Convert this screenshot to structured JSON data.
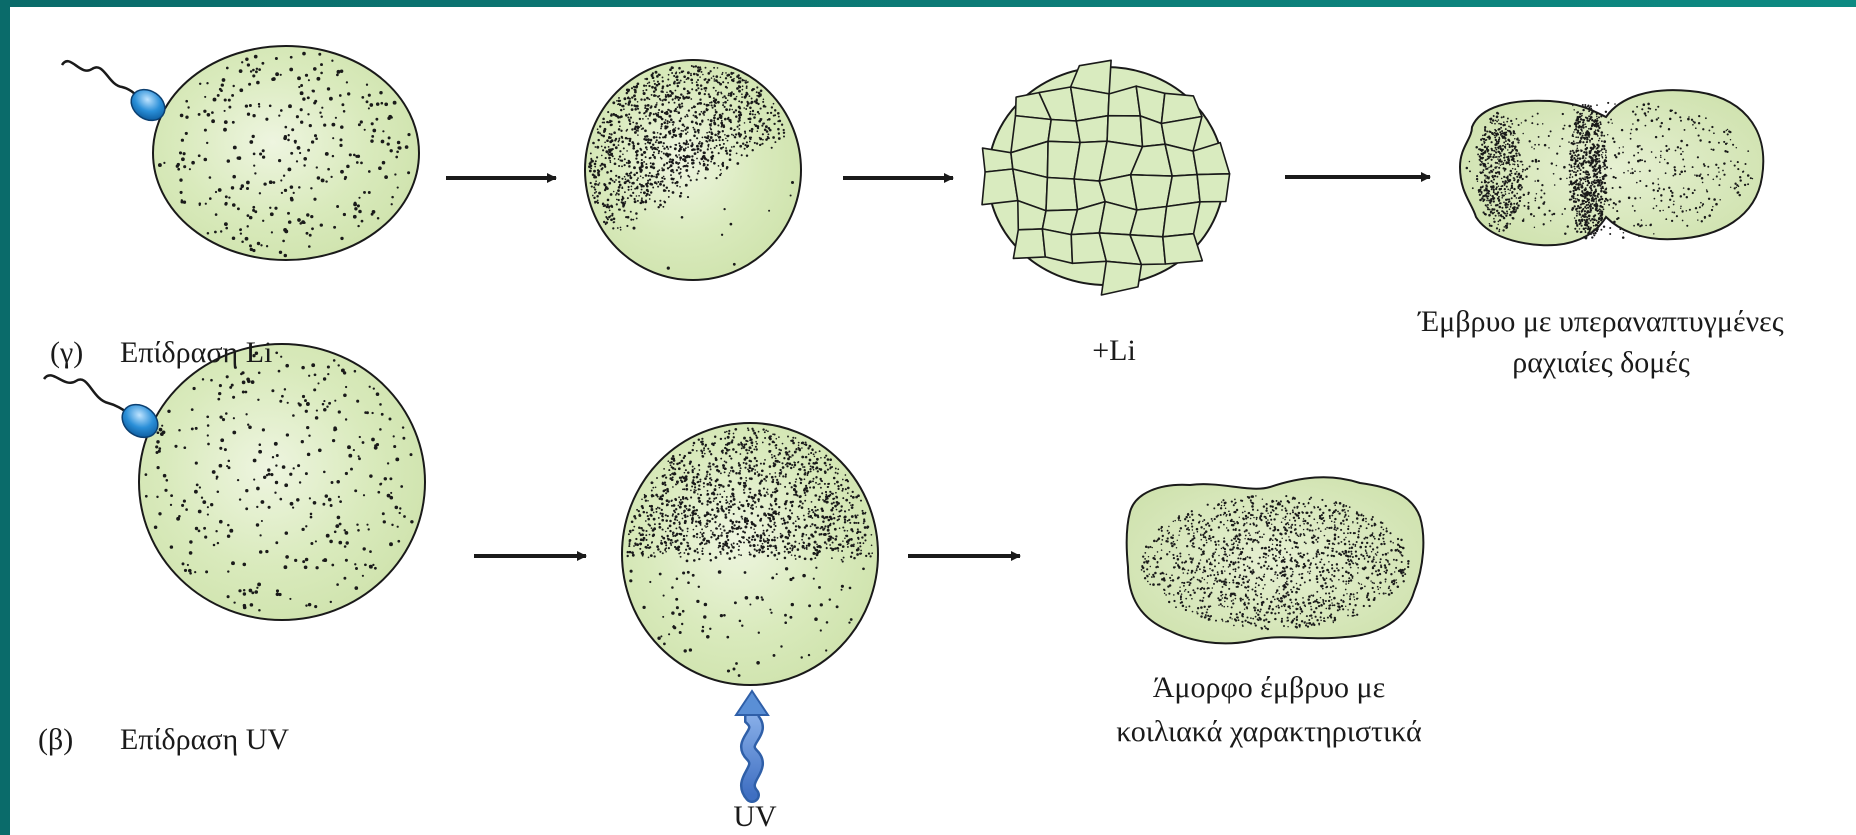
{
  "rows": [
    {
      "id": "gamma",
      "marker": "(γ)",
      "treatment": "Επίδραση Li",
      "stage_label": "+Li",
      "outcome_line1": "Έμβρυο με υπεραναπτυγμένες",
      "outcome_line2": "ραχιαίες δομές"
    },
    {
      "id": "beta",
      "marker": "(β)",
      "treatment": "Επίδραση UV",
      "stage_label": "UV",
      "outcome_line1": "Άμορφο έμβρυο με",
      "outcome_line2": "κοιλιακά χαρακτηριστικά"
    }
  ],
  "colors": {
    "egg_fill": "#d6e8b8",
    "egg_highlight": "#eef5e0",
    "cell_fill": "#d9ebbf",
    "sperm_head": "#2a8fd8",
    "uv_arrow": "#5a8fd6",
    "ink": "#1a1a1a",
    "frame": "#0d8a82"
  }
}
